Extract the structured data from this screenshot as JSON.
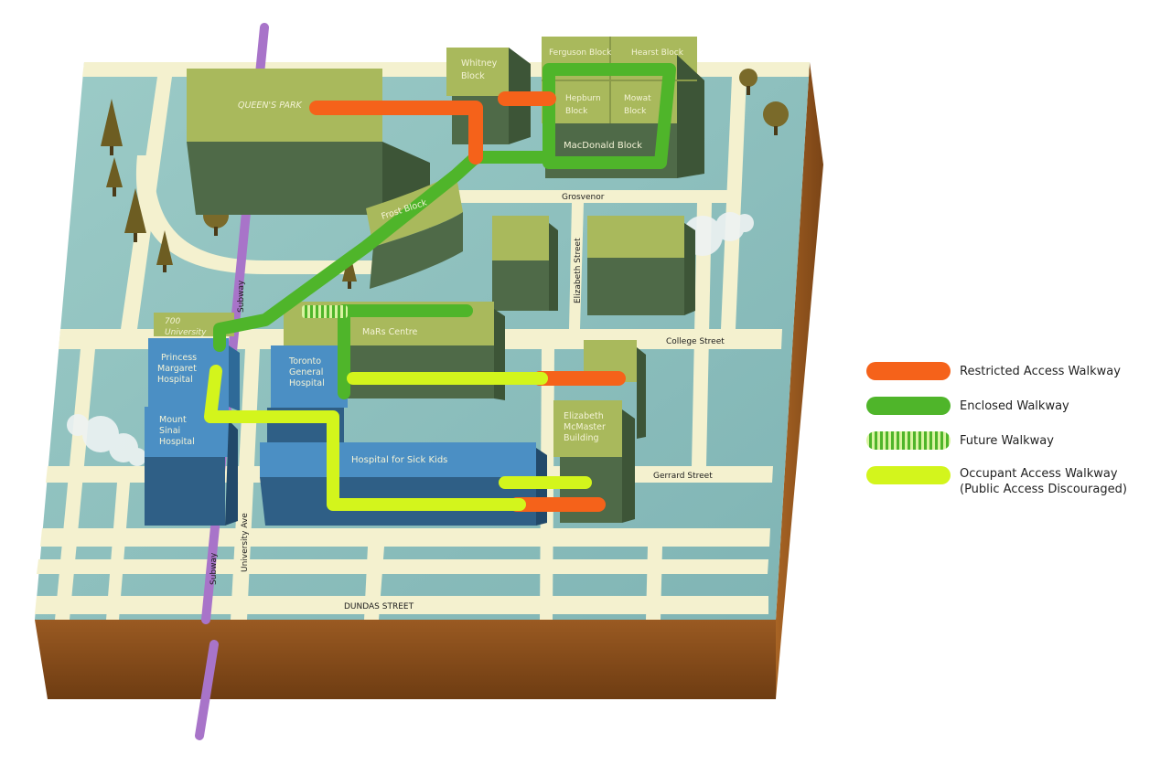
{
  "map": {
    "buildings": {
      "queens_park": "QUEEN'S PARK",
      "whitney": [
        "Whitney",
        "Block"
      ],
      "ferguson": "Ferguson Block",
      "hearst": "Hearst Block",
      "hepburn": [
        "Hepburn",
        "Block"
      ],
      "mowat": [
        "Mowat",
        "Block"
      ],
      "macdonald": "MacDonald Block",
      "frost": "Frost Block",
      "university700": [
        "700",
        "University"
      ],
      "mars": "MaRs Centre",
      "princess_margaret": [
        "Princess",
        "Margaret",
        "Hospital"
      ],
      "mount_sinai": [
        "Mount",
        "Sinai",
        "Hospital"
      ],
      "toronto_general": [
        "Toronto",
        "General",
        "Hospital"
      ],
      "sick_kids": "Hospital for Sick Kids",
      "mcmaster": [
        "Elizabeth",
        "McMaster",
        "Building"
      ]
    },
    "streets": {
      "grosvenor": "Grosvenor",
      "elizabeth": "Elizabeth Street",
      "college": "College Street",
      "gerrard": "Gerrard Street",
      "dundas": "DUNDAS STREET",
      "university": "University Ave",
      "subway_upper": "Subway",
      "subway_lower": "Subway"
    }
  },
  "legend": {
    "items": [
      {
        "label": "Restricted Access Walkway",
        "color": "#f5621a",
        "style": "solid"
      },
      {
        "label": "Enclosed Walkway",
        "color": "#4fb52a",
        "style": "solid"
      },
      {
        "label": "Future Walkway",
        "color": "#4fb52a",
        "style": "striped"
      },
      {
        "label": "Occupant Access Walkway",
        "label2": "(Public Access Discouraged)",
        "color": "#d3f51c",
        "style": "solid"
      }
    ]
  },
  "colors": {
    "ground": "#8fc0bf",
    "road": "#f4f1cf",
    "building_green": "#a9b95c",
    "building_blue": "#4b8fc4",
    "soil": "#8a4f1c",
    "subway": "#a874c9"
  }
}
